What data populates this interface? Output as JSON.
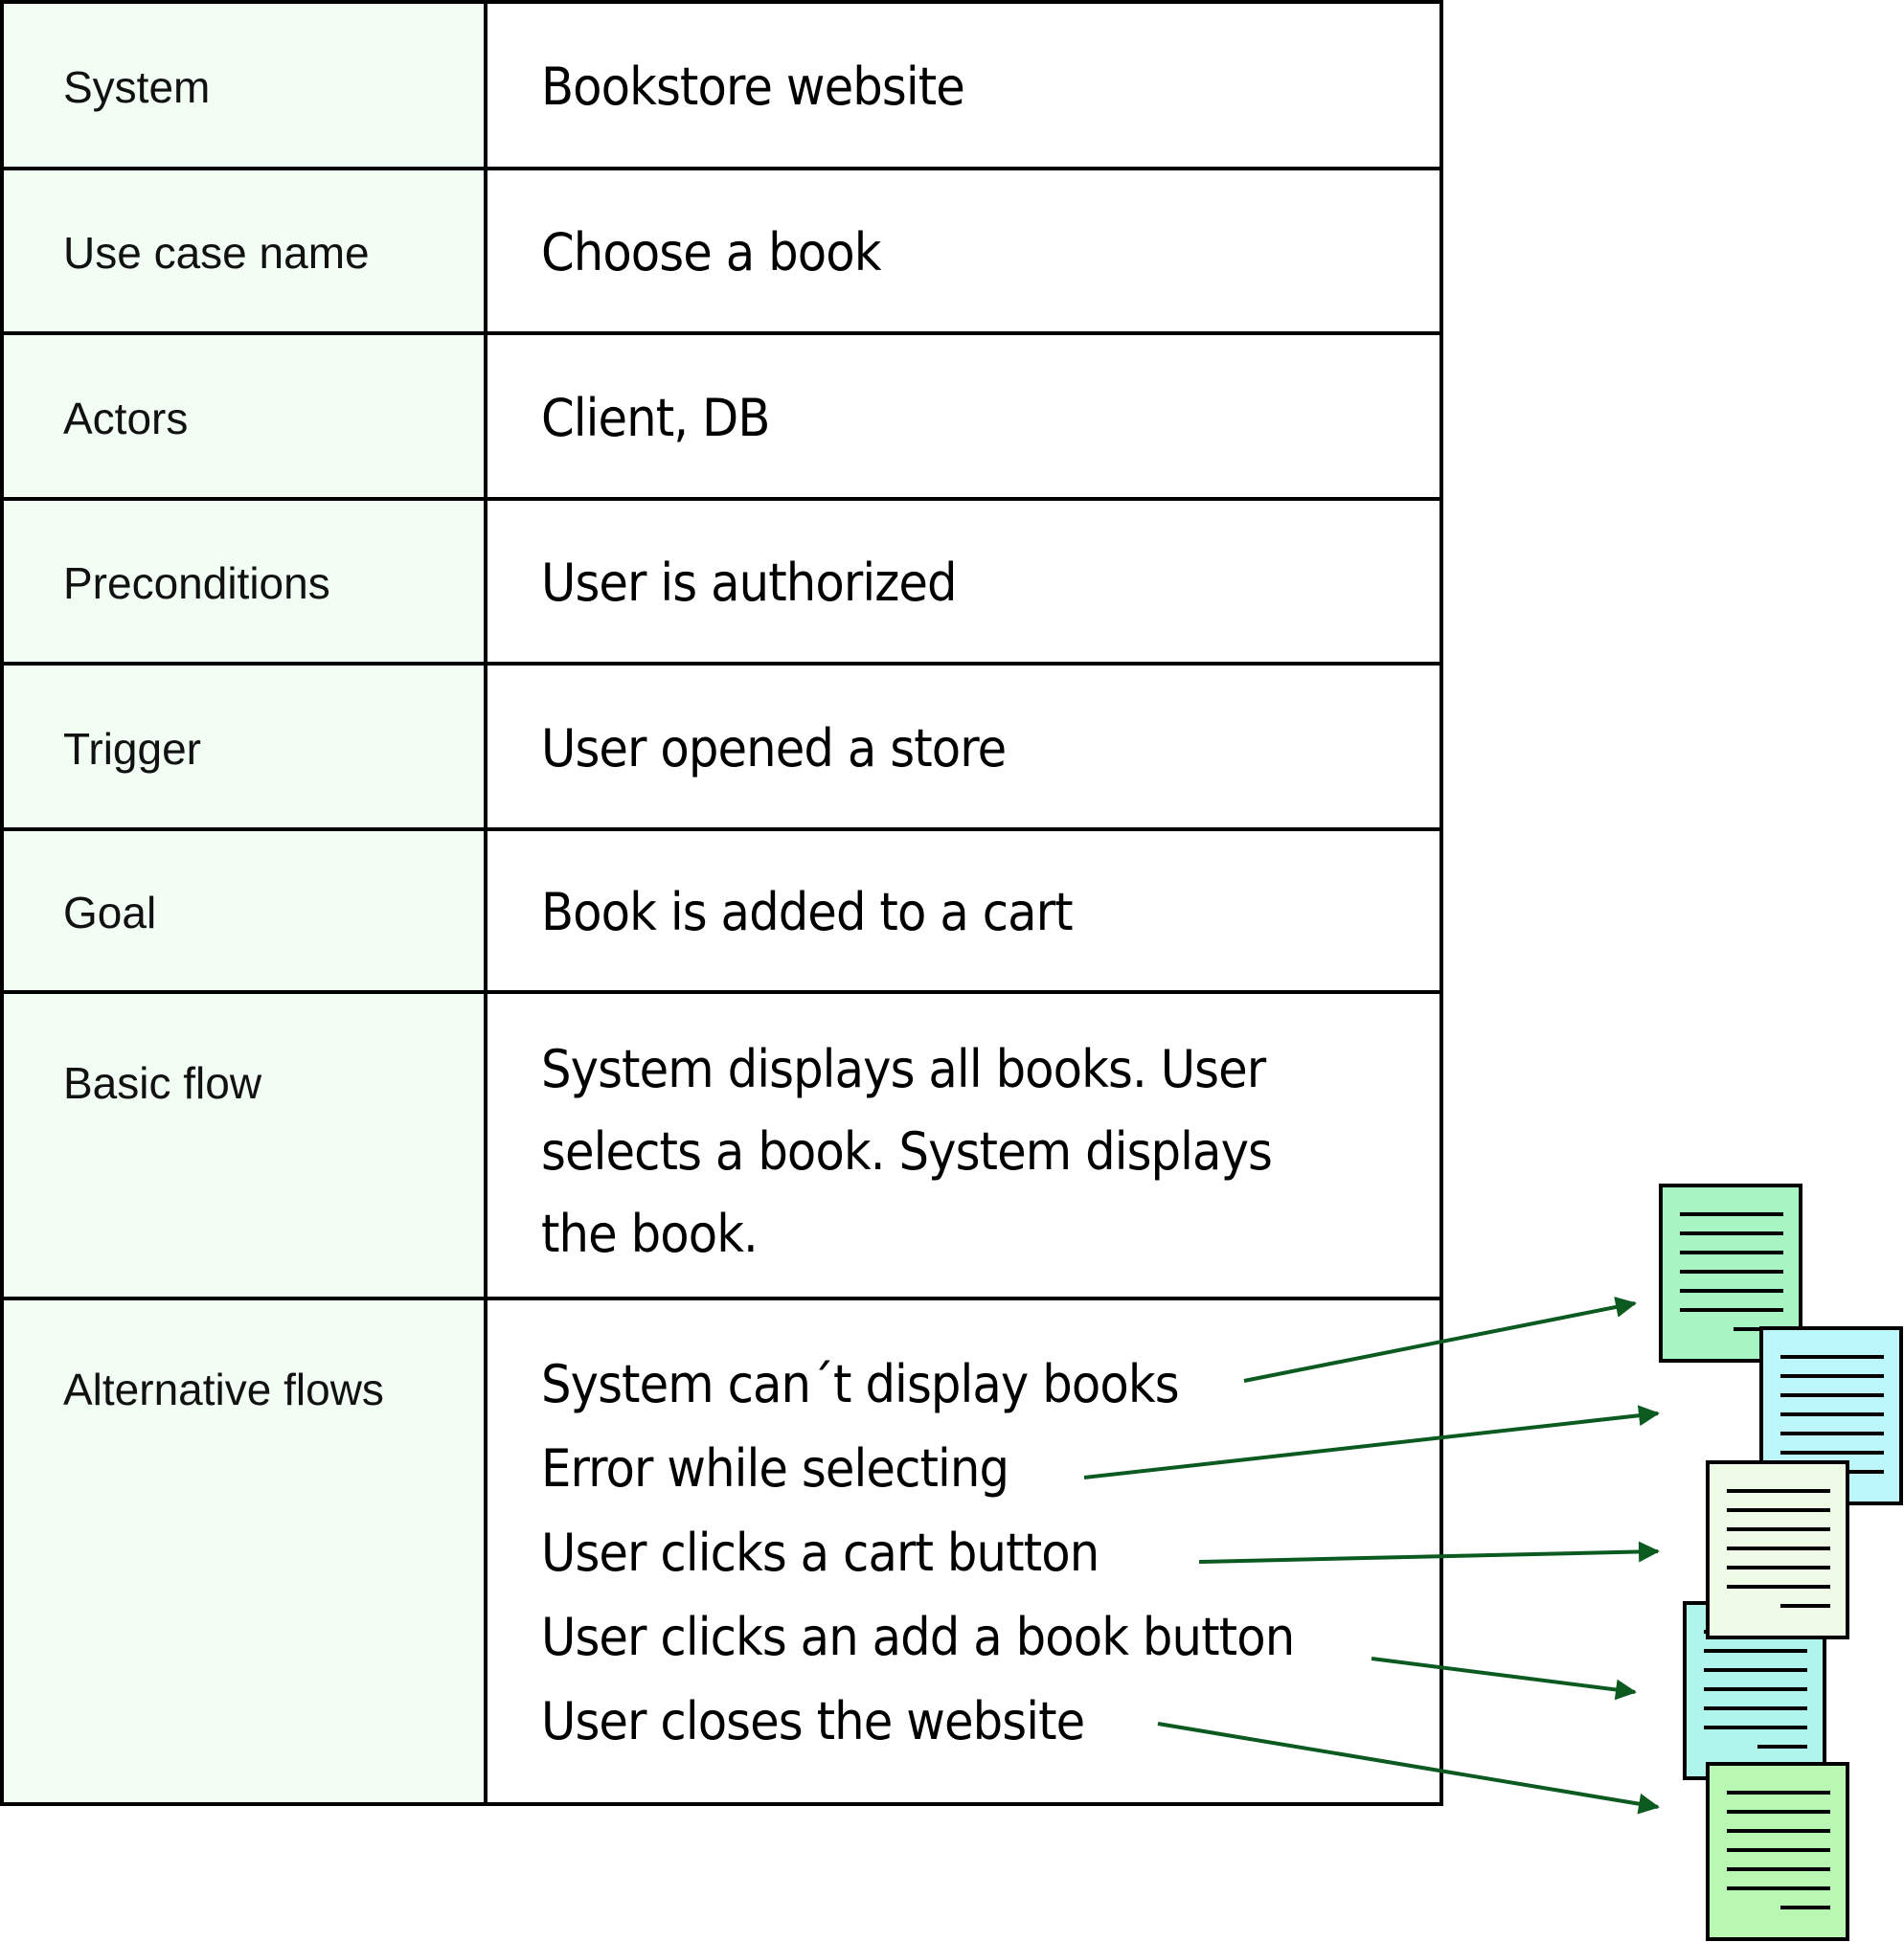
{
  "table": {
    "rows": [
      {
        "label": "System",
        "value": "Bookstore website"
      },
      {
        "label": "Use case name",
        "value": "Choose a book"
      },
      {
        "label": "Actors",
        "value": "Client, DB"
      },
      {
        "label": "Preconditions",
        "value": "User is authorized"
      },
      {
        "label": "Trigger",
        "value": "User opened a store"
      },
      {
        "label": "Goal",
        "value": "Book is added to a cart"
      },
      {
        "label": "Basic flow",
        "value": "System displays all books. User selects a book. System displays the book."
      },
      {
        "label": "Alternative flows",
        "items": [
          "System can´t display books",
          "Error while selecting",
          "User clicks a cart button",
          "User clicks an add a book button",
          "User closes the website"
        ]
      }
    ]
  },
  "documents": [
    {
      "name": "doc-1",
      "fill": "#A8F5C4"
    },
    {
      "name": "doc-2",
      "fill": "#BBF7FB"
    },
    {
      "name": "doc-3",
      "fill": "#EEFBE6"
    },
    {
      "name": "doc-4",
      "fill": "#B0F5EC"
    },
    {
      "name": "doc-5",
      "fill": "#B8F8B2"
    }
  ],
  "colors": {
    "label_column_bg": "#F2FDF3",
    "arrow": "#0B5A20",
    "border": "#000000"
  }
}
